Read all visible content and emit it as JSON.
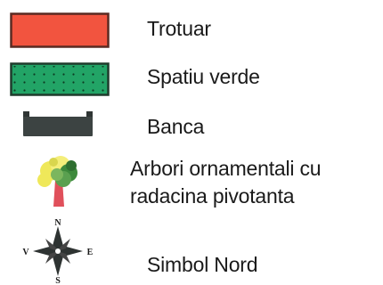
{
  "legend": {
    "items": [
      {
        "key": "trotuar",
        "label": "Trotuar",
        "symbol": "red-rectangle",
        "color": "#f2543f"
      },
      {
        "key": "spatiu_verde",
        "label": "Spatiu verde",
        "symbol": "dotted-green-rectangle",
        "color": "#22a466"
      },
      {
        "key": "banca",
        "label": "Banca",
        "symbol": "bench-icon",
        "color": "#3c4342"
      },
      {
        "key": "arbori",
        "label_lines": [
          "Arbori ornamentali cu",
          "radacina pivotanta"
        ],
        "symbol": "tree-icon",
        "colors": {
          "crown_yellow": "#efe85a",
          "crown_green": "#3d8a3c",
          "trunk": "#e0505b"
        }
      },
      {
        "key": "nord",
        "label": "Simbol Nord",
        "symbol": "north-arrow-icon",
        "compass": {
          "n": "N",
          "e": "E",
          "s": "S",
          "v": "V"
        }
      }
    ]
  }
}
